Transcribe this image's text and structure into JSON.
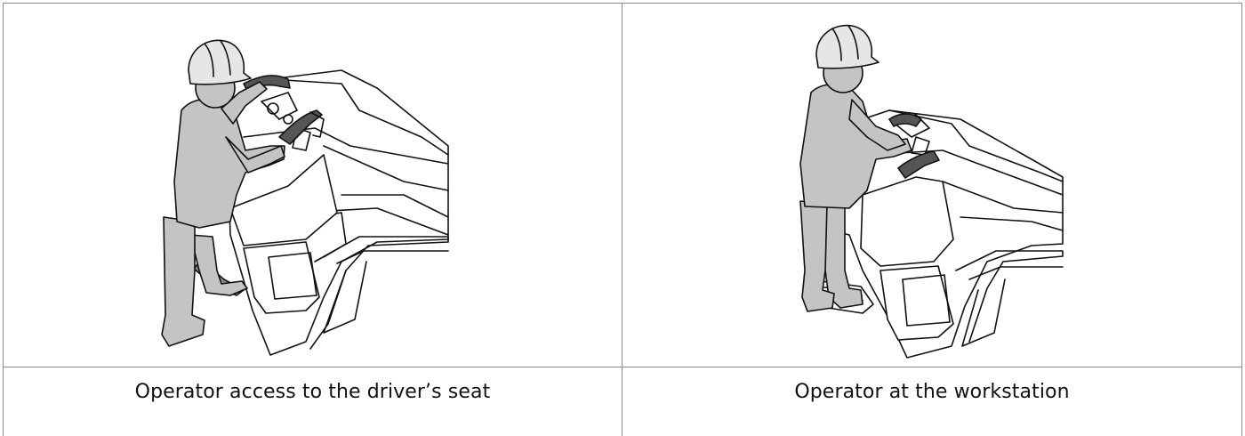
{
  "cells": [
    {
      "caption": "Operator access to the driver’s seat",
      "illustration": "operator-climbing-illustration"
    },
    {
      "caption": "Operator at the workstation",
      "illustration": "operator-standing-illustration"
    }
  ],
  "colors": {
    "border": "#8a8a8a",
    "figure_fill": "#c4c4c4",
    "stroke": "#111111"
  }
}
